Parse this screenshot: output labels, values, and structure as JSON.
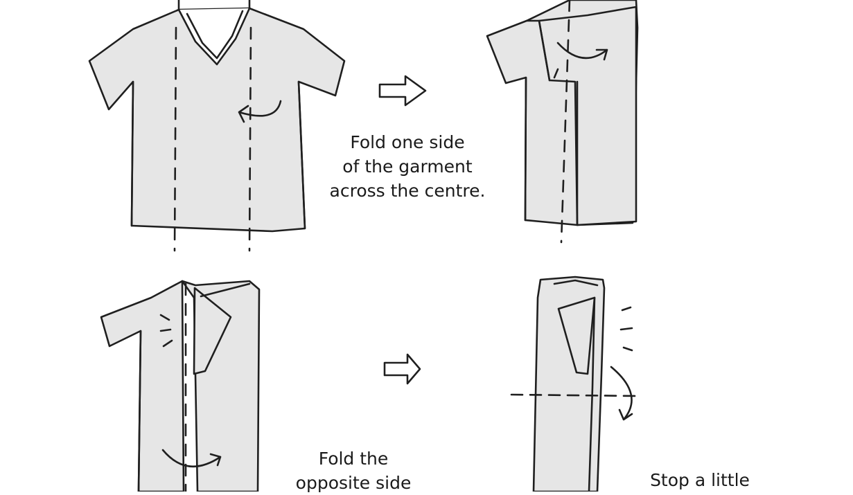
{
  "captions": {
    "step1": {
      "lines": [
        "Fold one side",
        "of the garment",
        "across the centre."
      ]
    },
    "step2": {
      "lines": [
        "Fold the",
        "opposite side"
      ]
    },
    "step3": {
      "lines": [
        "Stop a little"
      ]
    }
  },
  "colors": {
    "fabric": "#e6e6e6",
    "ink": "#1f1f1f",
    "background": "#ffffff"
  },
  "icons": [
    "step-arrow-icon",
    "fold-arrow-icon"
  ]
}
